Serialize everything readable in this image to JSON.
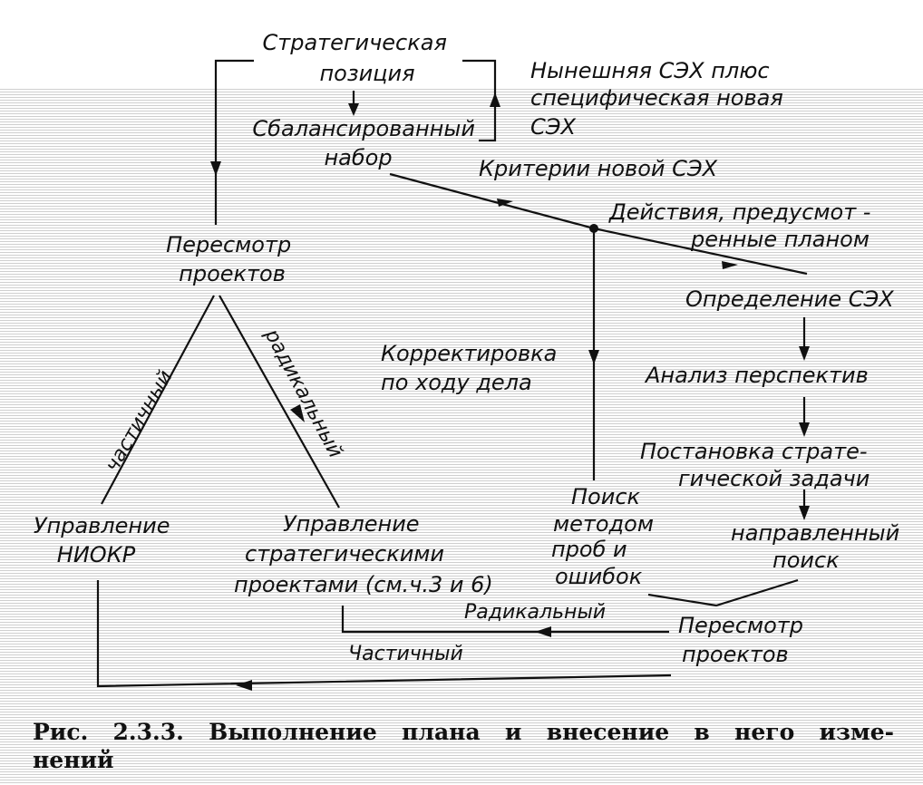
{
  "nodes": {
    "strategic_position": [
      "Стратегическая",
      "позиция"
    ],
    "current_sbu": [
      "Нынешняя СЭХ плюс",
      "специфическая новая",
      "СЭХ"
    ],
    "balanced_set": [
      "Сбалансированный",
      "набор"
    ],
    "new_sbu_criteria": "Критерии новой СЭХ",
    "planned_actions": [
      "Действия, предусмот -",
      "ренные планом"
    ],
    "project_review_top": [
      "Пересмотр",
      "проектов"
    ],
    "sbu_definition": "Определение СЭХ",
    "prospects_analysis": "Анализ перспектив",
    "strategic_task": [
      "Постановка страте-",
      "гической задачи"
    ],
    "correction": [
      "Корректировка",
      "по ходу дела"
    ],
    "partial_diag": "частичный",
    "radical_diag": "радикальный",
    "rnd_management": [
      "Управление",
      "НИОКР"
    ],
    "strategic_projects": [
      "Управление",
      "стратегическими",
      "проектами (см.ч.3 и 6)"
    ],
    "trial_search": [
      "Поиск",
      "методом",
      "проб и",
      "ошибок"
    ],
    "directed_search": [
      "направленный",
      "поиск"
    ],
    "radical": "Радикальный",
    "partial": "Частичный",
    "project_review_bottom": [
      "Пересмотр",
      "проектов"
    ]
  },
  "caption": "Рис. 2.3.3. Выполнение плана и внесение в него изме- нений"
}
